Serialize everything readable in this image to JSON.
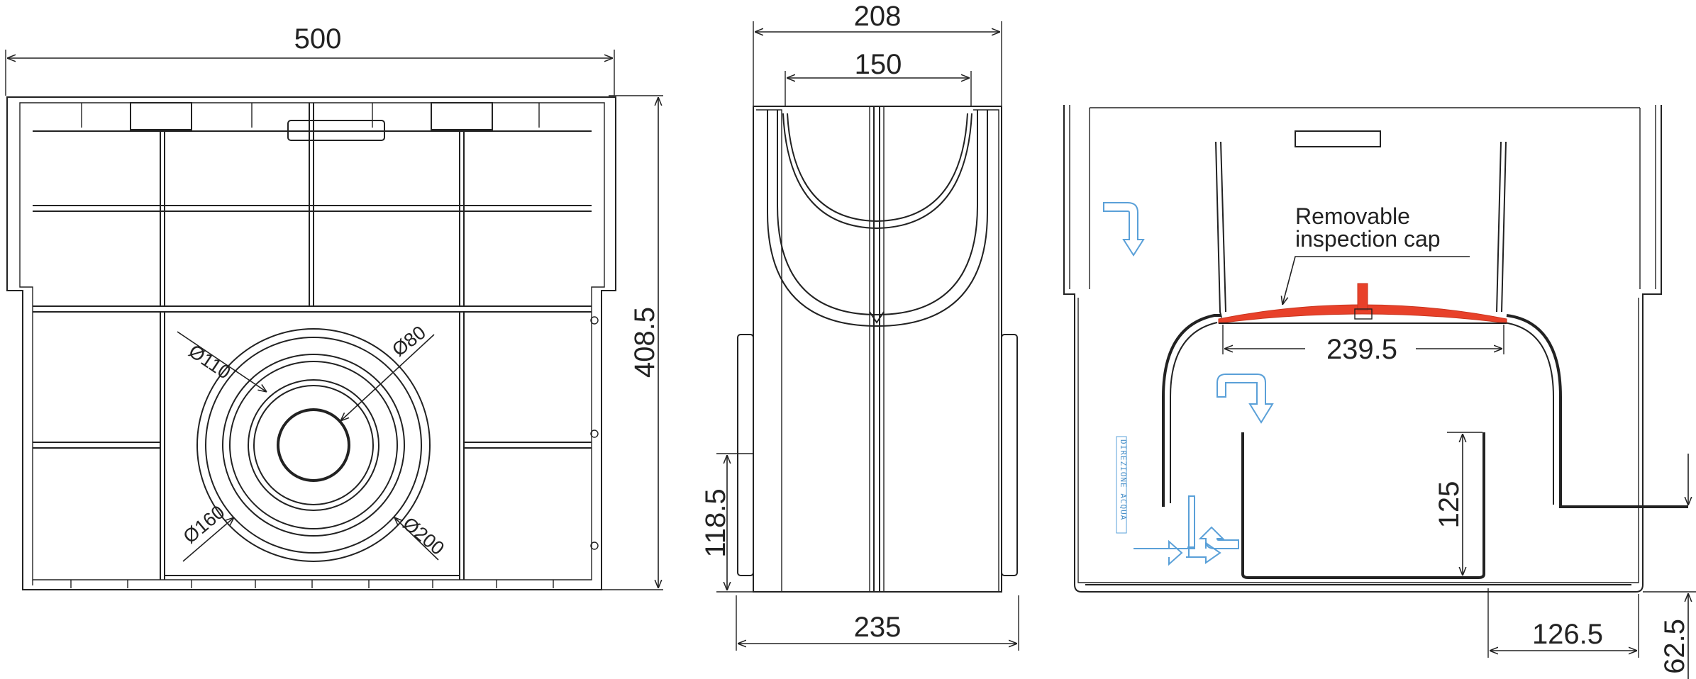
{
  "top_view": {
    "width_dim": "500",
    "height_dim": "408.5",
    "diameters": [
      "Ø110",
      "Ø80",
      "Ø160",
      "Ø200"
    ]
  },
  "side_view": {
    "outer_width_dim": "208",
    "inner_width_dim": "150",
    "bottom_width_dim": "235",
    "height_dim": "118.5"
  },
  "section_view": {
    "callout": [
      "Removable",
      "inspection cap"
    ],
    "cap_width_dim": "239.5",
    "inner_height_dim": "125",
    "bottom_offset_dim": "126.5",
    "side_dim": "62.5",
    "flow_label": "DIREZIONE ACQUA",
    "colors": {
      "cap": "#e8412a",
      "flow": "#5aa0d8",
      "line": "#222222"
    }
  }
}
